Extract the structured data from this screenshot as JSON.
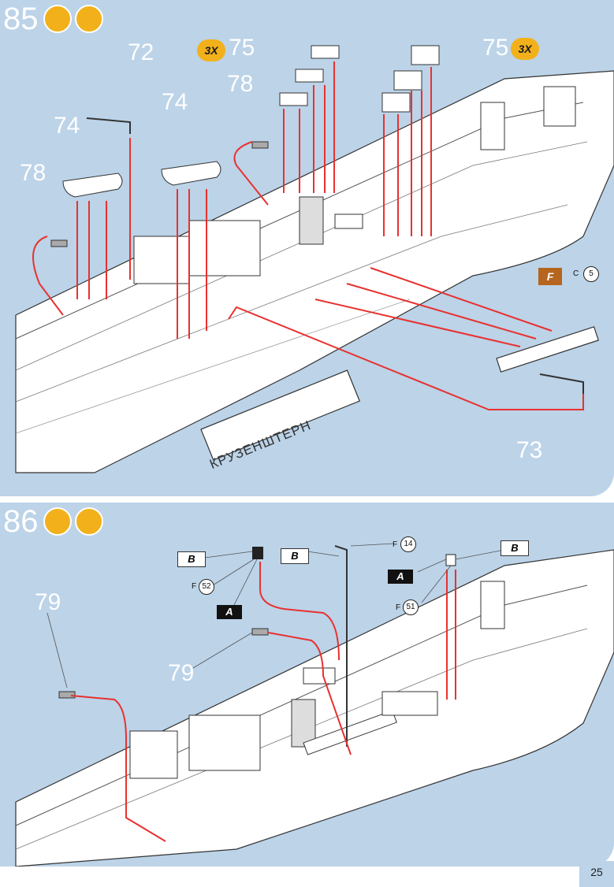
{
  "page_number": "25",
  "steps": [
    {
      "number": "85",
      "icons": [
        "glue-bottle-icon",
        "paint-brush-icon"
      ],
      "multiplier": "3X",
      "part_labels": [
        "72",
        "74",
        "74",
        "75",
        "75",
        "78",
        "78",
        "73"
      ],
      "sprue_badge": "F",
      "part_ref": {
        "prefix": "C",
        "number": "5"
      },
      "hull_name": "КРУЗЕНШТЕРН"
    },
    {
      "number": "86",
      "icons": [
        "glue-bottle-icon",
        "paint-brush-icon"
      ],
      "part_labels": [
        "79",
        "79"
      ],
      "flag_labels": {
        "b": "B",
        "a": "A"
      },
      "part_refs": [
        {
          "prefix": "F",
          "number": "52"
        },
        {
          "prefix": "F",
          "number": "14"
        },
        {
          "prefix": "F",
          "number": "51"
        }
      ]
    }
  ],
  "colors": {
    "panel": "#bcd3e8",
    "arrow": "#e8312f",
    "badge": "#f2b11b",
    "sprue_badge": "#b5651d"
  }
}
